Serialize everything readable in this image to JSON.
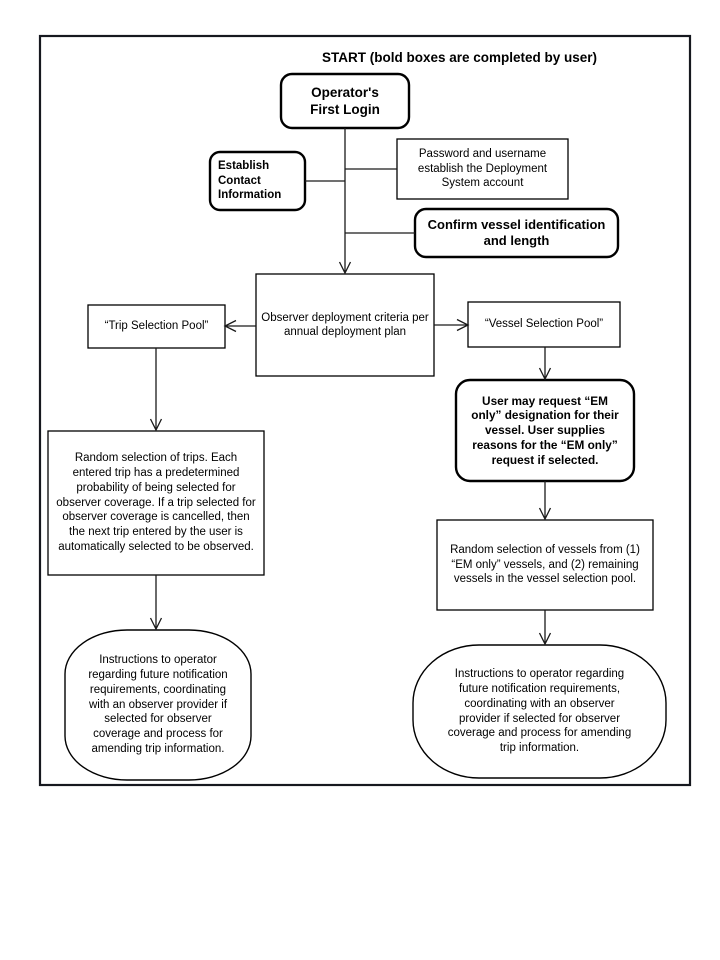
{
  "diagram": {
    "title": "START (bold boxes are completed by user)",
    "legend_note": "bold boxes are completed by user",
    "colors": {
      "frame": "#16181f",
      "stroke": "#000000",
      "background": "#ffffff",
      "text": "#000000"
    },
    "nodes": {
      "operator_first_login": "Operator's\nFirst Login",
      "establish_contact": "Establish\nContact\nInformation",
      "password_username": "Password and username establish the Deployment System account",
      "confirm_vessel": "Confirm vessel identification and length",
      "observer_criteria": "Observer deployment criteria per annual deployment plan",
      "trip_selection_pool": "“Trip Selection Pool”",
      "vessel_selection_pool": "“Vessel Selection Pool”",
      "em_only_request": "User may request “EM only” designation for their vessel.  User supplies reasons for the “EM only” request if selected.",
      "random_trips": "Random selection of trips. Each entered trip has a predetermined probability of being selected for observer coverage. If a trip selected for observer coverage is cancelled, then the next trip entered by the user is automatically selected to be observed.",
      "random_vessels": "Random selection of vessels from (1) “EM only” vessels, and (2) remaining vessels in the vessel selection pool.",
      "instructions_trip": "Instructions to operator regarding future notification requirements, coordinating with an observer provider if selected for observer coverage and process for amending trip information.",
      "instructions_vessel": "Instructions to operator regarding future notification requirements, coordinating with an observer provider if selected for observer coverage and process for amending trip information."
    }
  }
}
